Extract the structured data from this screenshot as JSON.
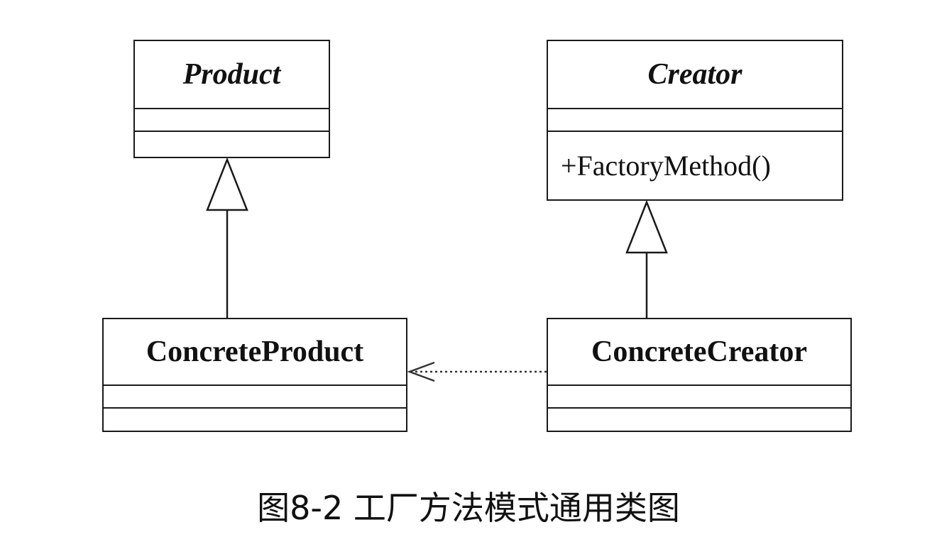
{
  "diagram": {
    "classes": {
      "product": {
        "name": "Product",
        "abstract": true,
        "attributes": [],
        "operations": []
      },
      "creator": {
        "name": "Creator",
        "abstract": true,
        "attributes": [],
        "operations": [
          "+FactoryMethod()"
        ]
      },
      "concrete_product": {
        "name": "ConcreteProduct",
        "abstract": false,
        "attributes": [],
        "operations": []
      },
      "concrete_creator": {
        "name": "ConcreteCreator",
        "abstract": false,
        "attributes": [],
        "operations": []
      }
    },
    "relationships": [
      {
        "type": "generalization",
        "from": "ConcreteProduct",
        "to": "Product"
      },
      {
        "type": "generalization",
        "from": "ConcreteCreator",
        "to": "Creator"
      },
      {
        "type": "dependency",
        "from": "ConcreteCreator",
        "to": "ConcreteProduct"
      }
    ]
  },
  "caption": "图8-2 工厂方法模式通用类图",
  "colors": {
    "line": "#1a1a1a",
    "background": "#ffffff"
  }
}
